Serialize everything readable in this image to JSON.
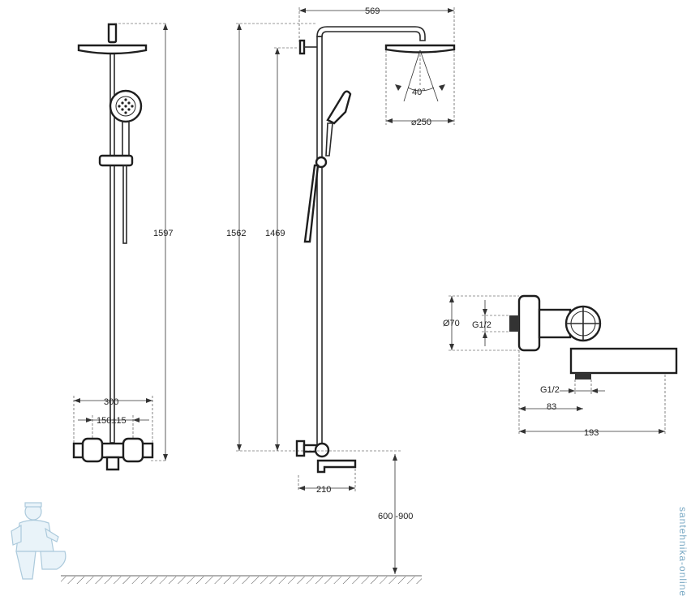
{
  "dimensions": {
    "height_total": "1597",
    "height_shower_head": "1562",
    "height_hand_holder": "1469",
    "reach": "569",
    "head_diameter": "⌀250",
    "spray_angle": "40°",
    "width_mixer": "300",
    "inlet_spacing": "150±15",
    "spout_length": "210",
    "mount_height": "600 -900",
    "side_diameter": "Ø70",
    "side_thread": "G1/2",
    "bottom_thread": "G1/2",
    "outlet_offset": "83",
    "side_length": "193"
  },
  "watermark": {
    "text": "santehnika-online",
    "mascot": "plumber-mascot"
  }
}
